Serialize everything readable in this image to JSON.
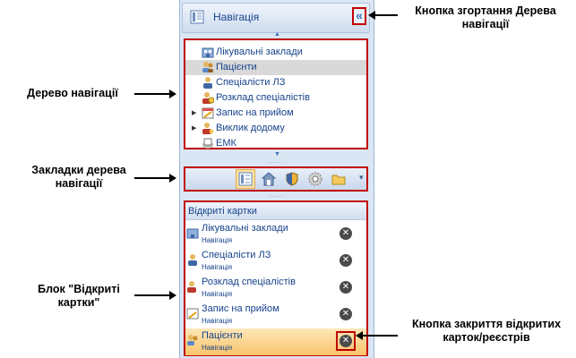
{
  "panel": {
    "header_title": "Навігація",
    "collapse_glyph": "«"
  },
  "tree": {
    "items": [
      {
        "label": "Лікувальні заклади",
        "icon": "hospital-icon",
        "expandable": false,
        "selected": false
      },
      {
        "label": "Пацієнти",
        "icon": "patients-icon",
        "expandable": false,
        "selected": true
      },
      {
        "label": "Спеціалісти ЛЗ",
        "icon": "specialist-icon",
        "expandable": false,
        "selected": false
      },
      {
        "label": "Розклад спеціалістів",
        "icon": "schedule-icon",
        "expandable": false,
        "selected": false
      },
      {
        "label": "Запис на прийом",
        "icon": "appointment-icon",
        "expandable": true,
        "selected": false
      },
      {
        "label": "Виклик додому",
        "icon": "home-call-icon",
        "expandable": true,
        "selected": false
      },
      {
        "label": "ЕМК",
        "icon": "emk-icon",
        "expandable": false,
        "selected": false
      }
    ]
  },
  "tabs": {
    "icons": [
      "navigation-tab-icon",
      "home-tab-icon",
      "shield-tab-icon",
      "settings-tab-icon",
      "folder-tab-icon"
    ],
    "more_glyph": "▾"
  },
  "open_cards": {
    "title": "Відкриті картки",
    "items": [
      {
        "name": "Лікувальні заклади",
        "sub": "Навігація",
        "selected": false
      },
      {
        "name": "Спеціалісти ЛЗ",
        "sub": "Навігація",
        "selected": false
      },
      {
        "name": "Розклад спеціалістів",
        "sub": "Навігація",
        "selected": false
      },
      {
        "name": "Запис на прийом",
        "sub": "Навігація",
        "selected": false
      },
      {
        "name": "Пацієнти",
        "sub": "Навігація",
        "selected": true
      }
    ],
    "close_glyph": "✕"
  },
  "annotations": {
    "collapse_button": "Кнопка згортання Дерева навігації",
    "tree": "Дерево навігації",
    "tabs": "Закладки дерева навігації",
    "open_cards": "Блок \"Відкриті картки\"",
    "close_button": "Кнопка закриття відкритих карток/реєстрів"
  },
  "colors": {
    "highlight": "#c00000",
    "link_text": "#15428b",
    "panel_bg": "#dbe6f4"
  }
}
